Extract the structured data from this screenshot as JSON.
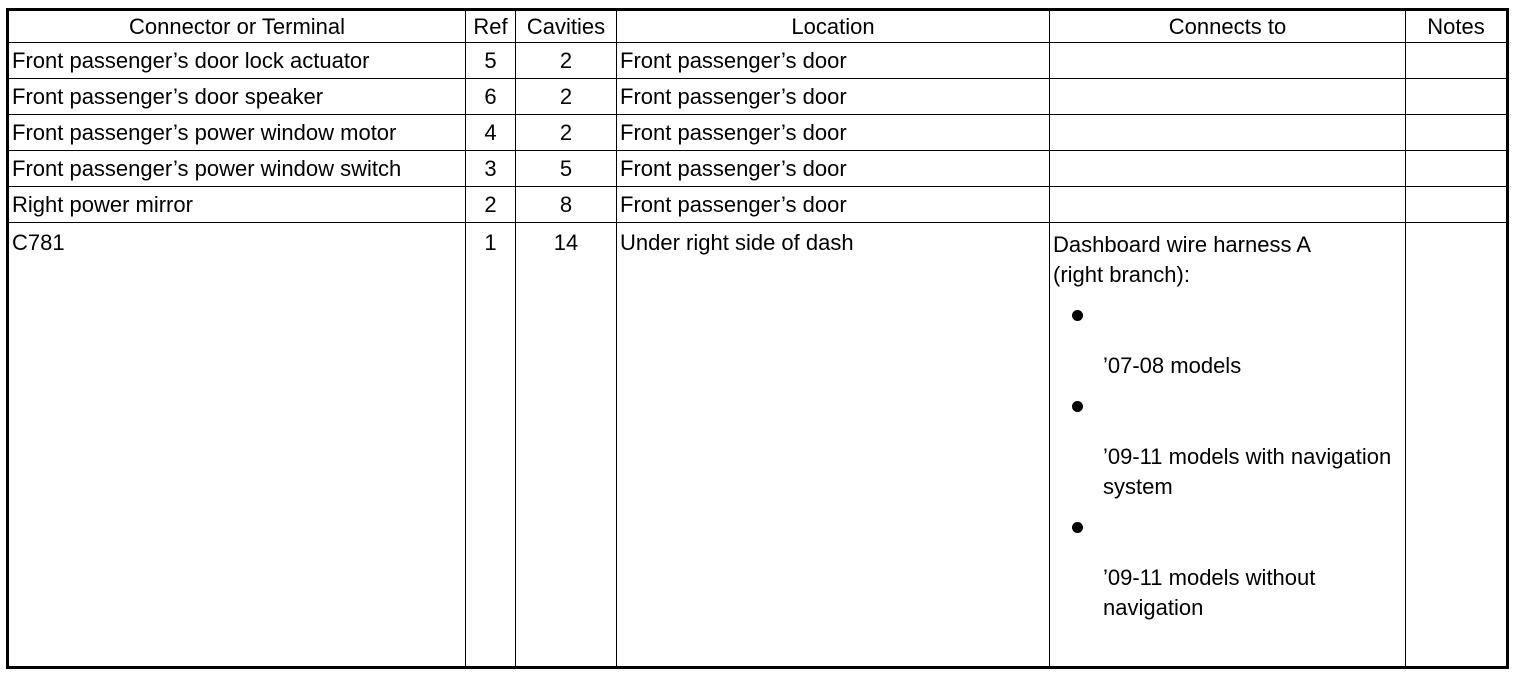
{
  "table": {
    "headers": [
      "Connector or Terminal",
      "Ref",
      "Cavities",
      "Location",
      "Connects to",
      "Notes"
    ],
    "rows": [
      {
        "connector": "Front passenger’s door lock actuator",
        "ref": "5",
        "cavities": "2",
        "location": "Front passenger’s door",
        "connects_to": "",
        "notes": ""
      },
      {
        "connector": "Front passenger’s door speaker",
        "ref": "6",
        "cavities": "2",
        "location": "Front passenger’s door",
        "connects_to": "",
        "notes": ""
      },
      {
        "connector": "Front passenger’s power window motor",
        "ref": "4",
        "cavities": "2",
        "location": "Front passenger’s door",
        "connects_to": "",
        "notes": ""
      },
      {
        "connector": "Front passenger’s power window switch",
        "ref": "3",
        "cavities": "5",
        "location": "Front passenger’s door",
        "connects_to": "",
        "notes": ""
      },
      {
        "connector": "Right power mirror",
        "ref": "2",
        "cavities": "8",
        "location": "Front passenger’s door",
        "connects_to": "",
        "notes": ""
      }
    ],
    "last_row": {
      "connector": "C781",
      "ref": "1",
      "cavities": "14",
      "location": "Under right side of dash",
      "connects_to_line1": "Dashboard wire harness A",
      "connects_to_line2": "(right branch):",
      "connects_to_items": [
        "’07-08 models",
        "’09-11 models with navigation system",
        "’09-11 models without navigation"
      ],
      "notes": ""
    }
  }
}
